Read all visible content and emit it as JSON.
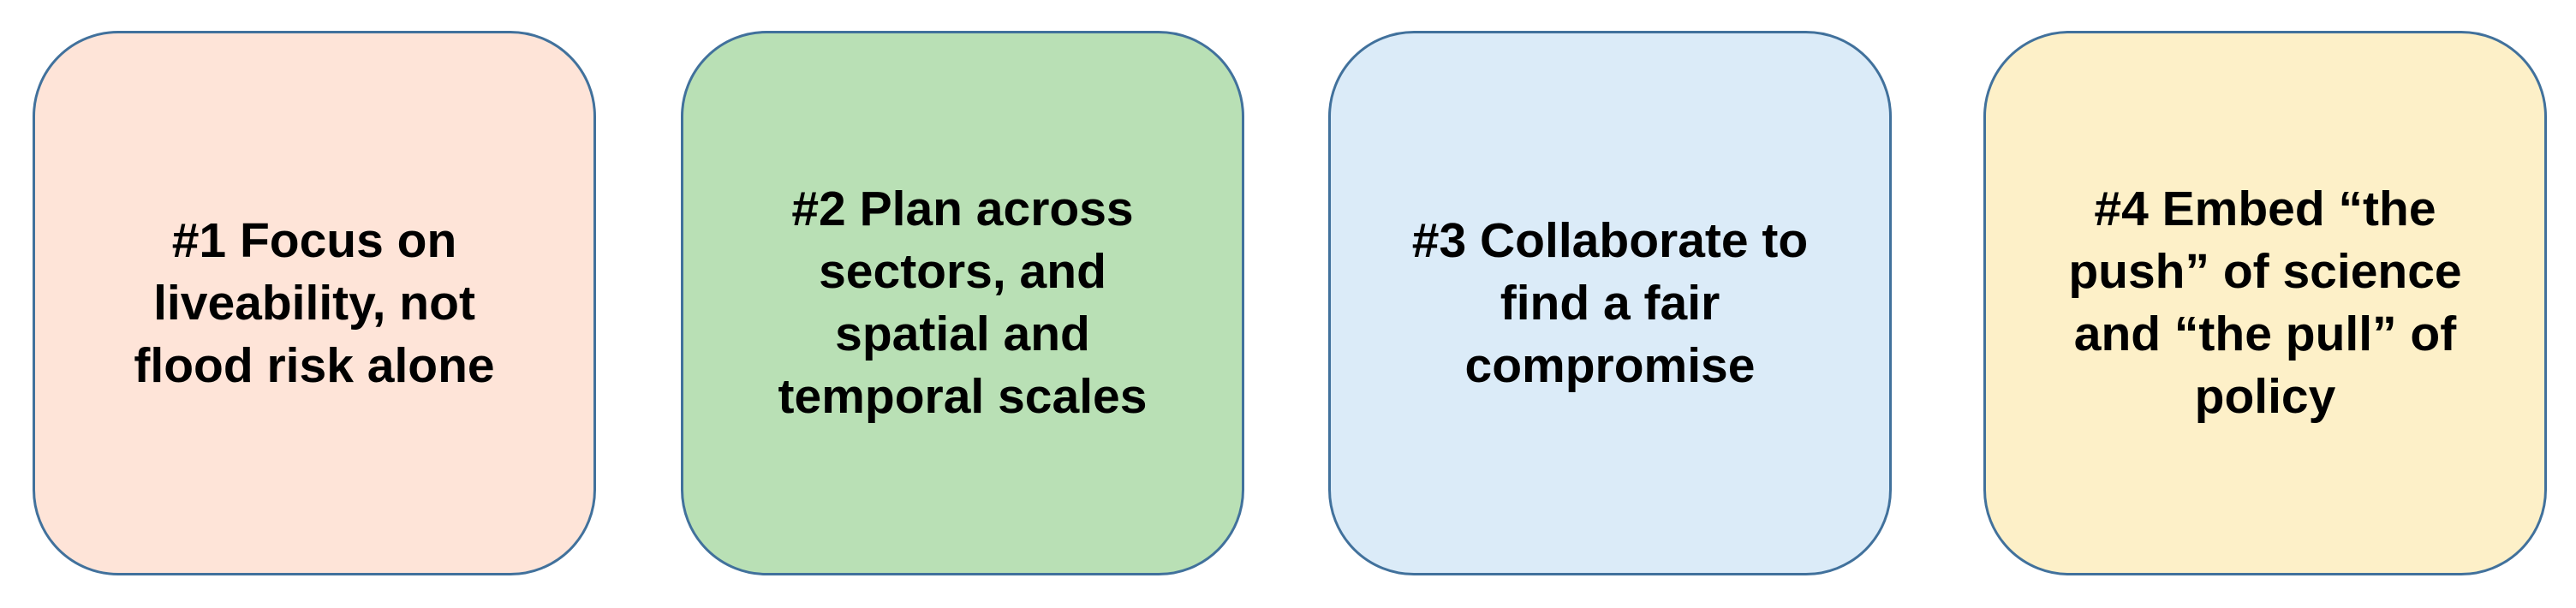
{
  "boxes": [
    {
      "label": "#1 Focus on\nliveability, not\nflood risk alone",
      "fill": "#fee4d8"
    },
    {
      "label": "#2 Plan across\nsectors, and\nspatial and\ntemporal scales",
      "fill": "#b9e0b5"
    },
    {
      "label": "#3 Collaborate to\nfind a fair\ncompromise",
      "fill": "#dbebf8"
    },
    {
      "label": "#4 Embed “the\npush” of science\nand “the pull” of\npolicy",
      "fill": "#fdf0c8"
    }
  ]
}
